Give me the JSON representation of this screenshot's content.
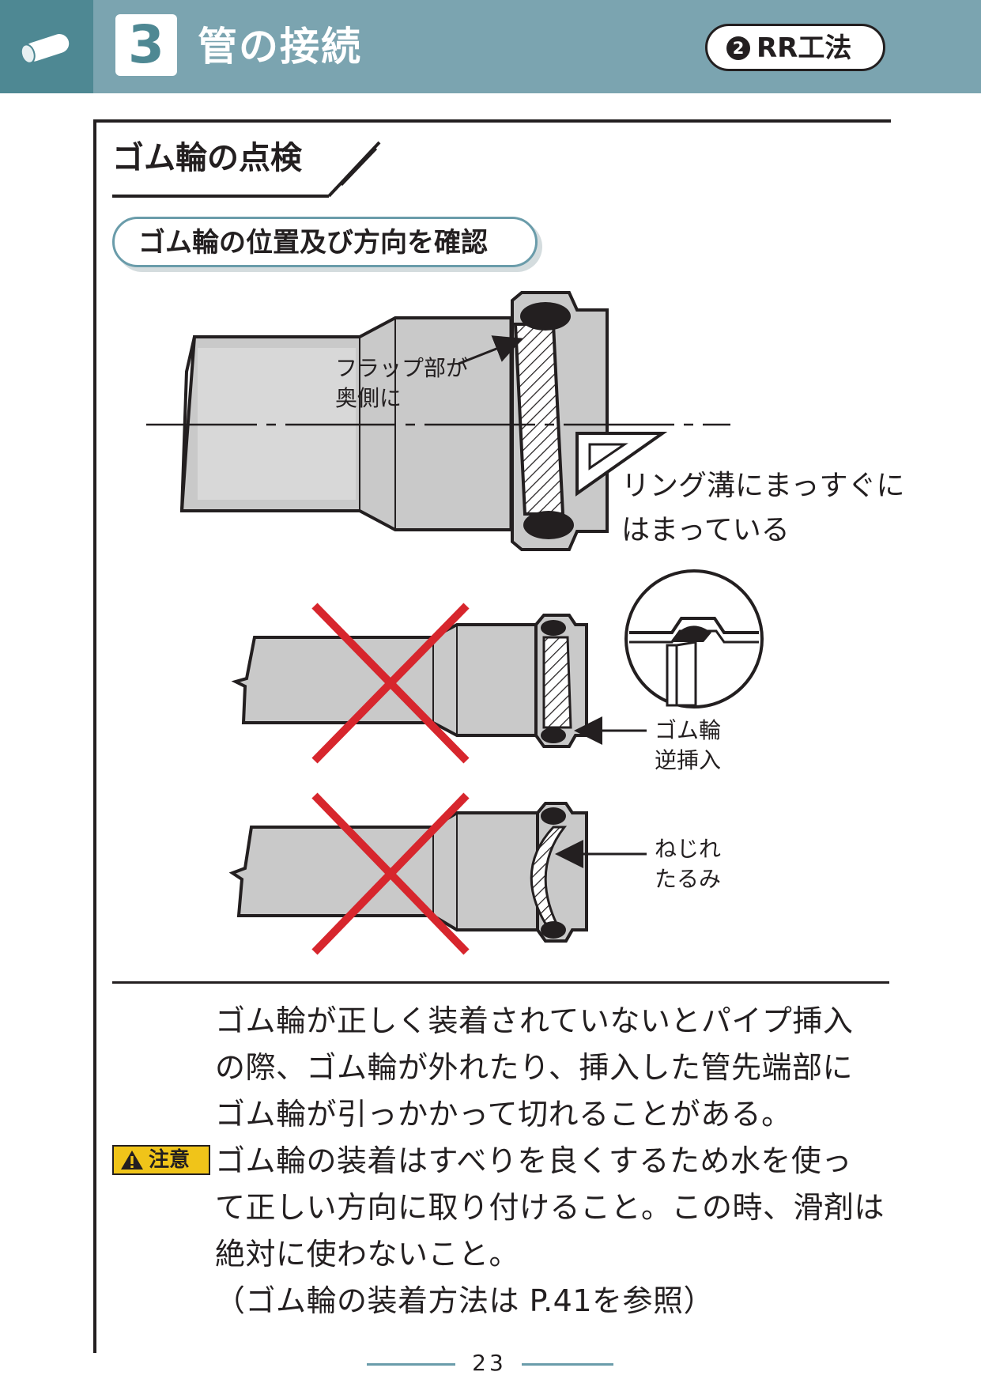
{
  "header": {
    "section_number": "3",
    "title": "管の接続",
    "method_number": "2",
    "method_label": "RR工法"
  },
  "section": {
    "heading": "ゴム輪の点検",
    "subheading": "ゴム輪の位置及び方向を確認"
  },
  "diagram": {
    "correct": {
      "flap_label_line1": "フラップ部が",
      "flap_label_line2": "奥側に",
      "groove_label_line1": "リング溝にまっすぐに",
      "groove_label_line2": "はまっている"
    },
    "wrong1": {
      "label_line1": "ゴム輪",
      "label_line2": "逆挿入"
    },
    "wrong2": {
      "label_line1": "ねじれ",
      "label_line2": "たるみ"
    },
    "wrong_mark_color": "#d7262d"
  },
  "body": {
    "lines": [
      "ゴム輪が正しく装着されていないとパイプ挿入",
      "の際、ゴム輪が外れたり、挿入した管先端部に",
      "ゴム輪が引っかかって切れることがある。"
    ],
    "caution_label": "注意",
    "caution_lines": [
      "ゴム輪の装着はすべりを良くするため水を使っ",
      "て正しい方向に取り付けること。この時、滑剤は",
      "絶対に使わないこと。",
      "（ゴム輪の装着方法は P.41を参照）"
    ]
  },
  "footer": {
    "page_number": "23"
  },
  "colors": {
    "header_bg": "#7ba4b0",
    "header_dark": "#4e8893",
    "caution_yellow": "#f0c419",
    "pipe_gray": "#c9c9c9"
  }
}
